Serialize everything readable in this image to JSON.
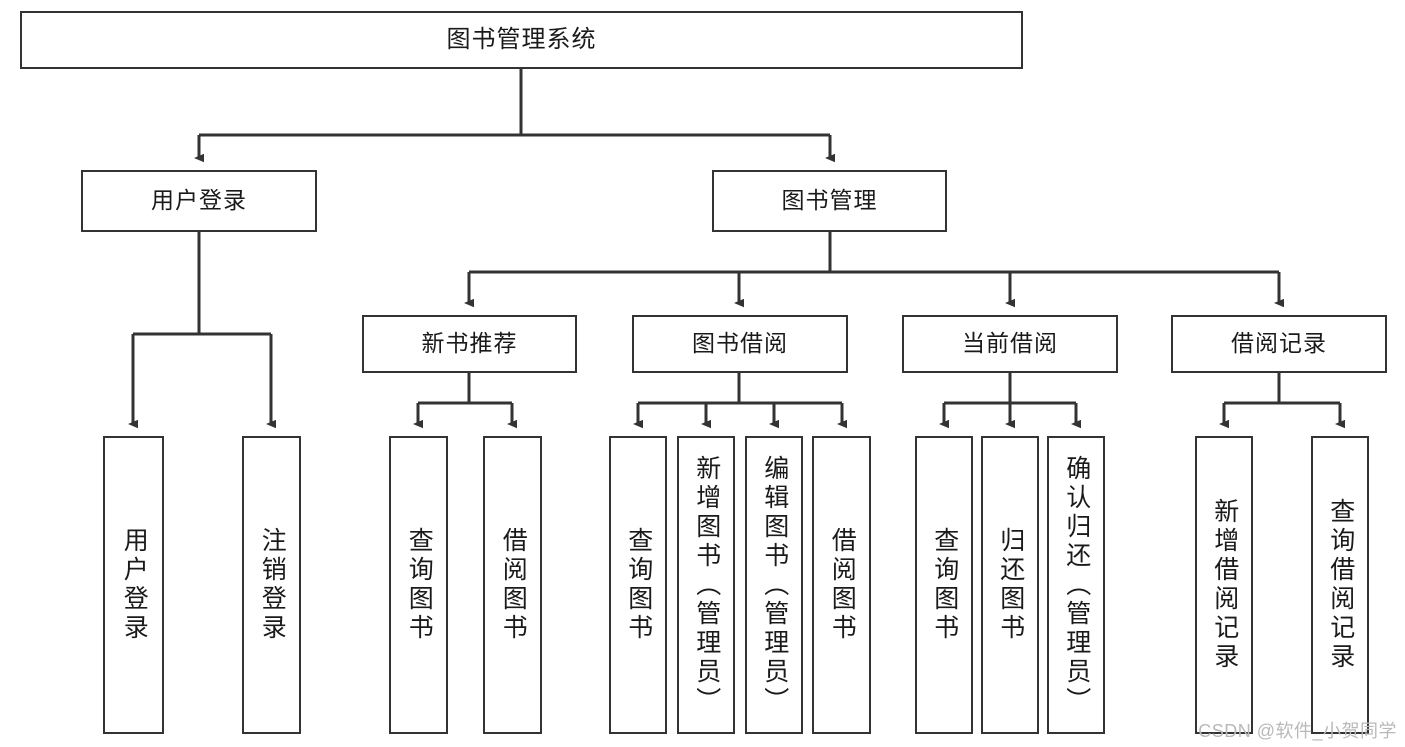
{
  "diagram": {
    "title": "图书管理系统",
    "watermark": "CSDN @软件_小贺同学",
    "line_color": "#333333",
    "box_border_color": "#333333",
    "box_fill_color": "#ffffff",
    "text_color": "#1a1a1a",
    "watermark_color": "#b9b9b9",
    "levels": {
      "level1": [
        "图书管理系统"
      ],
      "level2": [
        "用户登录",
        "图书管理"
      ],
      "level3": [
        "新书推荐",
        "图书借阅",
        "当前借阅",
        "借阅记录"
      ],
      "level4": [
        "用户登录",
        "注销登录",
        "查询图书",
        "借阅图书",
        "查询图书",
        "新增图书（管理员）",
        "编辑图书（管理员）",
        "借阅图书",
        "查询图书",
        "归还图书",
        "确认归还（管理员）",
        "新增借阅记录",
        "查询借阅记录"
      ]
    },
    "nodes": {
      "root": {
        "label": "图书管理系统"
      },
      "user_login": {
        "label": "用户登录"
      },
      "book_manage": {
        "label": "图书管理"
      },
      "new_book_rec": {
        "label": "新书推荐"
      },
      "book_borrow": {
        "label": "图书借阅"
      },
      "current_borrow": {
        "label": "当前借阅"
      },
      "borrow_record": {
        "label": "借阅记录"
      },
      "leaf_user_login": {
        "label": "用户登录"
      },
      "leaf_logout": {
        "label": "注销登录"
      },
      "leaf_query_book_a": {
        "label": "查询图书"
      },
      "leaf_borrow_book_a": {
        "label": "借阅图书"
      },
      "leaf_query_book_b": {
        "label": "查询图书"
      },
      "leaf_add_book": {
        "label": "新增图书（管理员）"
      },
      "leaf_edit_book": {
        "label": "编辑图书（管理员）"
      },
      "leaf_borrow_book_b": {
        "label": "借阅图书"
      },
      "leaf_query_book_c": {
        "label": "查询图书"
      },
      "leaf_return_book": {
        "label": "归还图书"
      },
      "leaf_confirm_return": {
        "label": "确认归还（管理员）"
      },
      "leaf_add_record": {
        "label": "新增借阅记录"
      },
      "leaf_query_record": {
        "label": "查询借阅记录"
      }
    },
    "edges": [
      {
        "from": "root",
        "to": "user_login"
      },
      {
        "from": "root",
        "to": "book_manage"
      },
      {
        "from": "user_login",
        "to": "leaf_user_login"
      },
      {
        "from": "user_login",
        "to": "leaf_logout"
      },
      {
        "from": "book_manage",
        "to": "new_book_rec"
      },
      {
        "from": "book_manage",
        "to": "book_borrow"
      },
      {
        "from": "book_manage",
        "to": "current_borrow"
      },
      {
        "from": "book_manage",
        "to": "borrow_record"
      },
      {
        "from": "new_book_rec",
        "to": "leaf_query_book_a"
      },
      {
        "from": "new_book_rec",
        "to": "leaf_borrow_book_a"
      },
      {
        "from": "book_borrow",
        "to": "leaf_query_book_b"
      },
      {
        "from": "book_borrow",
        "to": "leaf_add_book"
      },
      {
        "from": "book_borrow",
        "to": "leaf_edit_book"
      },
      {
        "from": "book_borrow",
        "to": "leaf_borrow_book_b"
      },
      {
        "from": "current_borrow",
        "to": "leaf_query_book_c"
      },
      {
        "from": "current_borrow",
        "to": "leaf_return_book"
      },
      {
        "from": "current_borrow",
        "to": "leaf_confirm_return"
      },
      {
        "from": "borrow_record",
        "to": "leaf_add_record"
      },
      {
        "from": "borrow_record",
        "to": "leaf_query_record"
      }
    ]
  }
}
